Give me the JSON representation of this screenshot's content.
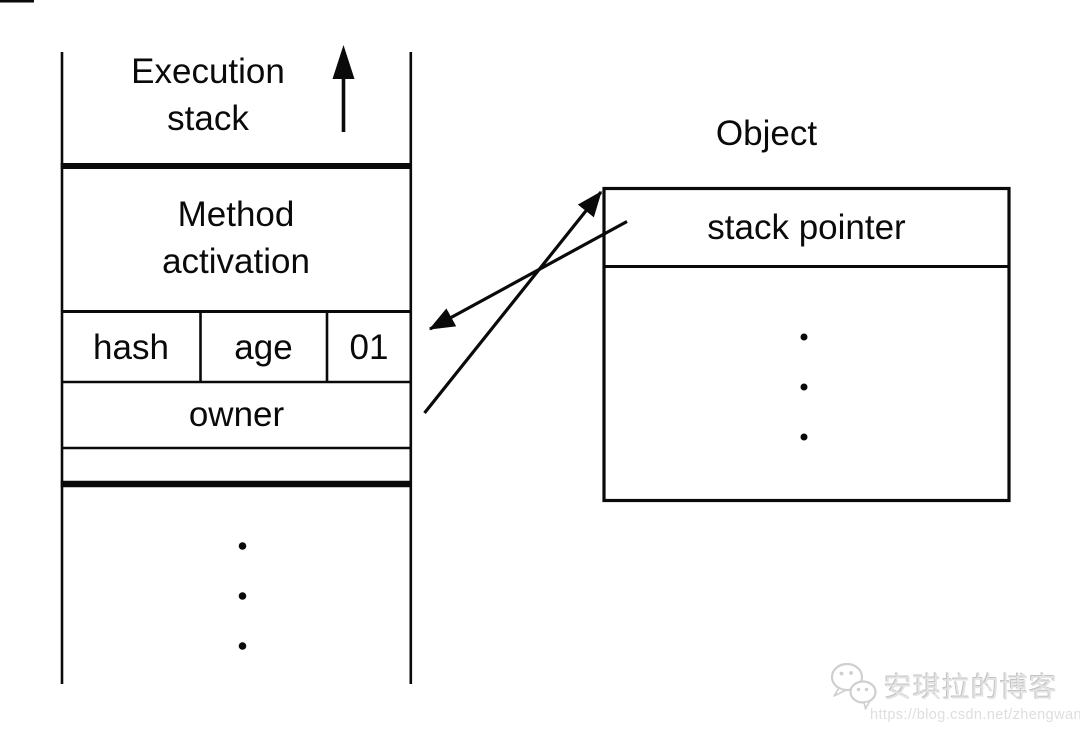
{
  "diagram": {
    "execution_stack": {
      "title": "Execution stack",
      "method_activation_label": "Method activation",
      "header_cells": [
        "hash",
        "age",
        "01"
      ],
      "owner_label": "owner"
    },
    "object_box": {
      "title": "Object",
      "stack_pointer_label": "stack pointer"
    },
    "icons": {
      "up_arrow": "up-arrow-icon",
      "owner_arrow": "owner-to-object-arrow",
      "pointer_arrow": "stack-pointer-to-stack-arrow"
    }
  },
  "watermark": {
    "icon": "wechat-chat-bubbles-icon",
    "blog_name": "安琪拉的博客",
    "url": "https://blog.csdn.net/zhengwangzw"
  },
  "colors": {
    "line": "#0a0a0a",
    "background": "#ffffff",
    "watermark_text": "#e3e3e3",
    "watermark_icon": "#cfcfcf"
  }
}
